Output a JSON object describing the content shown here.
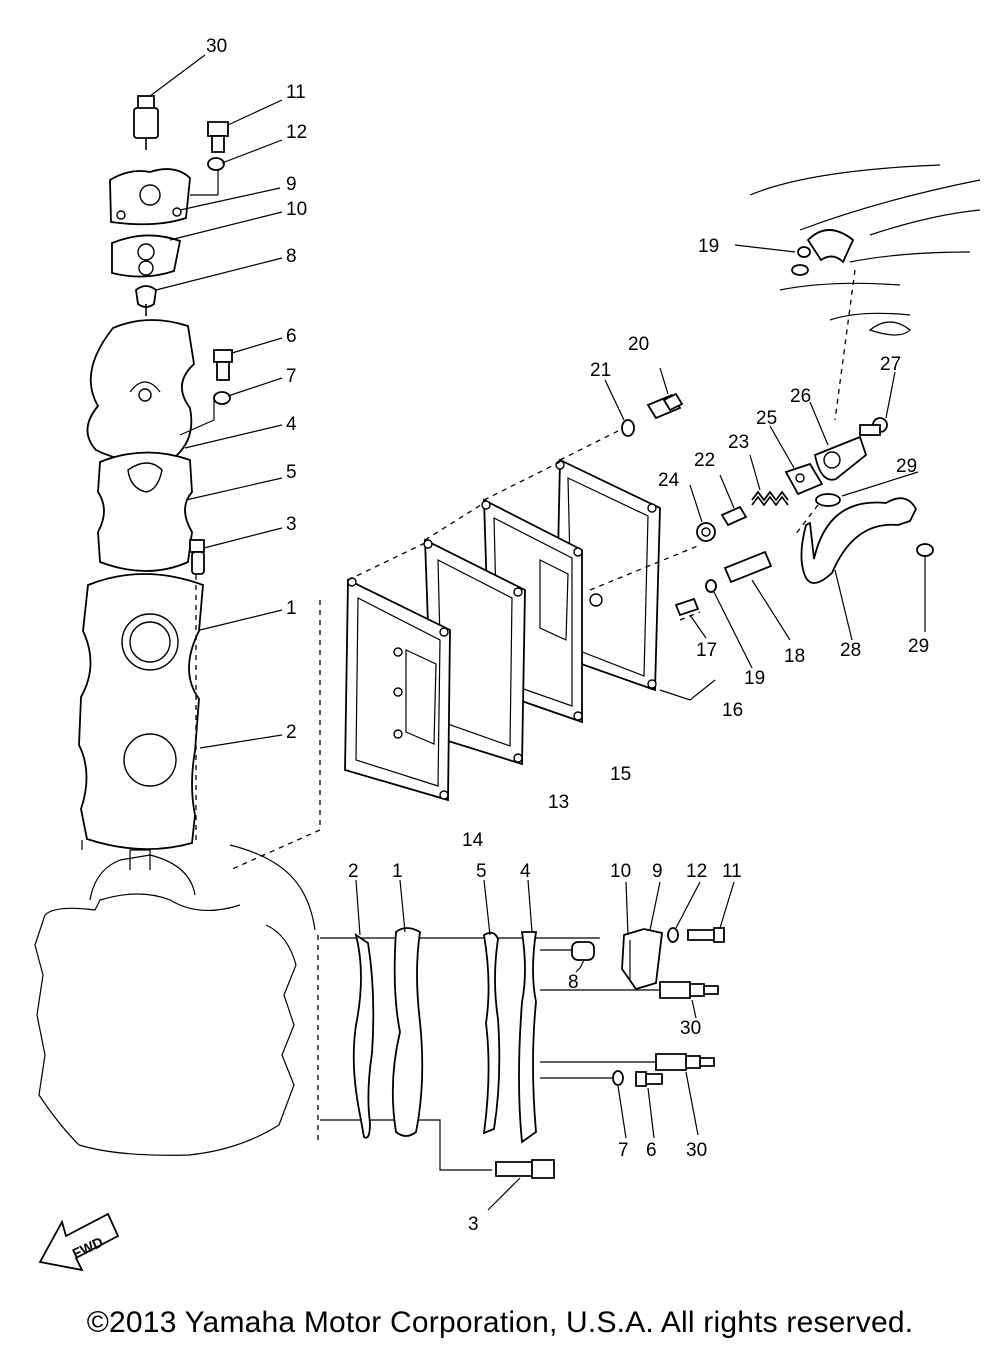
{
  "callouts": {
    "c30a": "30",
    "c11a": "11",
    "c12a": "12",
    "c9a": "9",
    "c10a": "10",
    "c8a": "8",
    "c6a": "6",
    "c7a": "7",
    "c4a": "4",
    "c5a": "5",
    "c3a": "3",
    "c1a": "1",
    "c2a": "2",
    "c19a": "19",
    "c20": "20",
    "c21": "21",
    "c27": "27",
    "c26": "26",
    "c25": "25",
    "c29a": "29",
    "c22": "22",
    "c23": "23",
    "c24": "24",
    "c28": "28",
    "c29b": "29",
    "c17": "17",
    "c19b": "19",
    "c18": "18",
    "c16": "16",
    "c15": "15",
    "c13": "13",
    "c14": "14",
    "c2b": "2",
    "c1b": "1",
    "c5b": "5",
    "c4b": "4",
    "c10b": "10",
    "c9b": "9",
    "c12b": "12",
    "c11b": "11",
    "c8b": "8",
    "c30b": "30",
    "c7b": "7",
    "c6b": "6",
    "c30c": "30",
    "c3b": "3"
  },
  "fwd_label": "FWD",
  "copyright": "©2013 Yamaha Motor Corporation, U.S.A. All rights reserved."
}
